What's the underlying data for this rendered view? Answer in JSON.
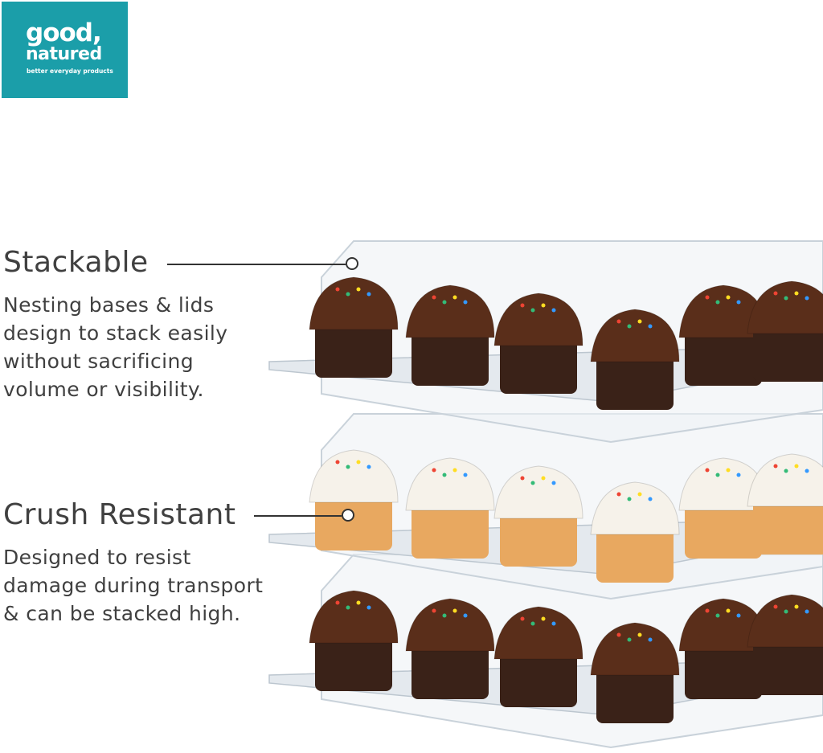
{
  "logo": {
    "line1": "good,",
    "line2": "natured",
    "tagline": "better everyday products",
    "color": "#1b9ea9"
  },
  "features": [
    {
      "title": "Stackable",
      "lines": [
        "Nesting bases & lids",
        "design to stack easily",
        "without sacrificing",
        "volume or visibility."
      ]
    },
    {
      "title": "Crush Resistant",
      "lines": [
        "Designed to resist",
        "damage during transport",
        "& can be stacked high."
      ]
    }
  ],
  "product_image": {
    "trays": [
      {
        "flavor": "chocolate",
        "frosting": "#5a2e1a",
        "cake": "#3a2218"
      },
      {
        "flavor": "vanilla",
        "frosting": "#f6f2ea",
        "cake": "#e8a860"
      },
      {
        "flavor": "chocolate",
        "frosting": "#5a2e1a",
        "cake": "#3a2218"
      }
    ]
  }
}
